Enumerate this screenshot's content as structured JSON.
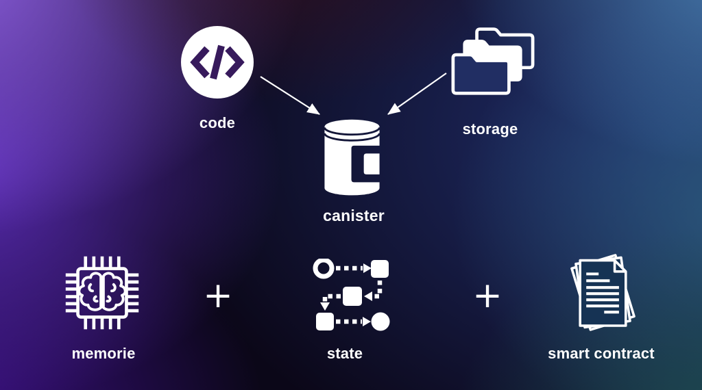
{
  "nodes": {
    "code": "code",
    "storage": "storage",
    "canister": "canister",
    "memorie": "memorie",
    "state": "state",
    "smart_contract": "smart contract"
  },
  "operators": {
    "plus_left": "+",
    "plus_right": "+"
  },
  "colors": {
    "icon_white": "#ffffff",
    "code_glyph_purple": "#371a5c",
    "bg_top_left": "#8f63e8",
    "bg_left": "#6330c8",
    "bg_bottom_left": "#3c1085",
    "bg_top_right": "#4a86b9",
    "bg_right": "#2d6080",
    "bg_bottom_right": "#1e4e52",
    "bg_center": "#0b0718"
  }
}
